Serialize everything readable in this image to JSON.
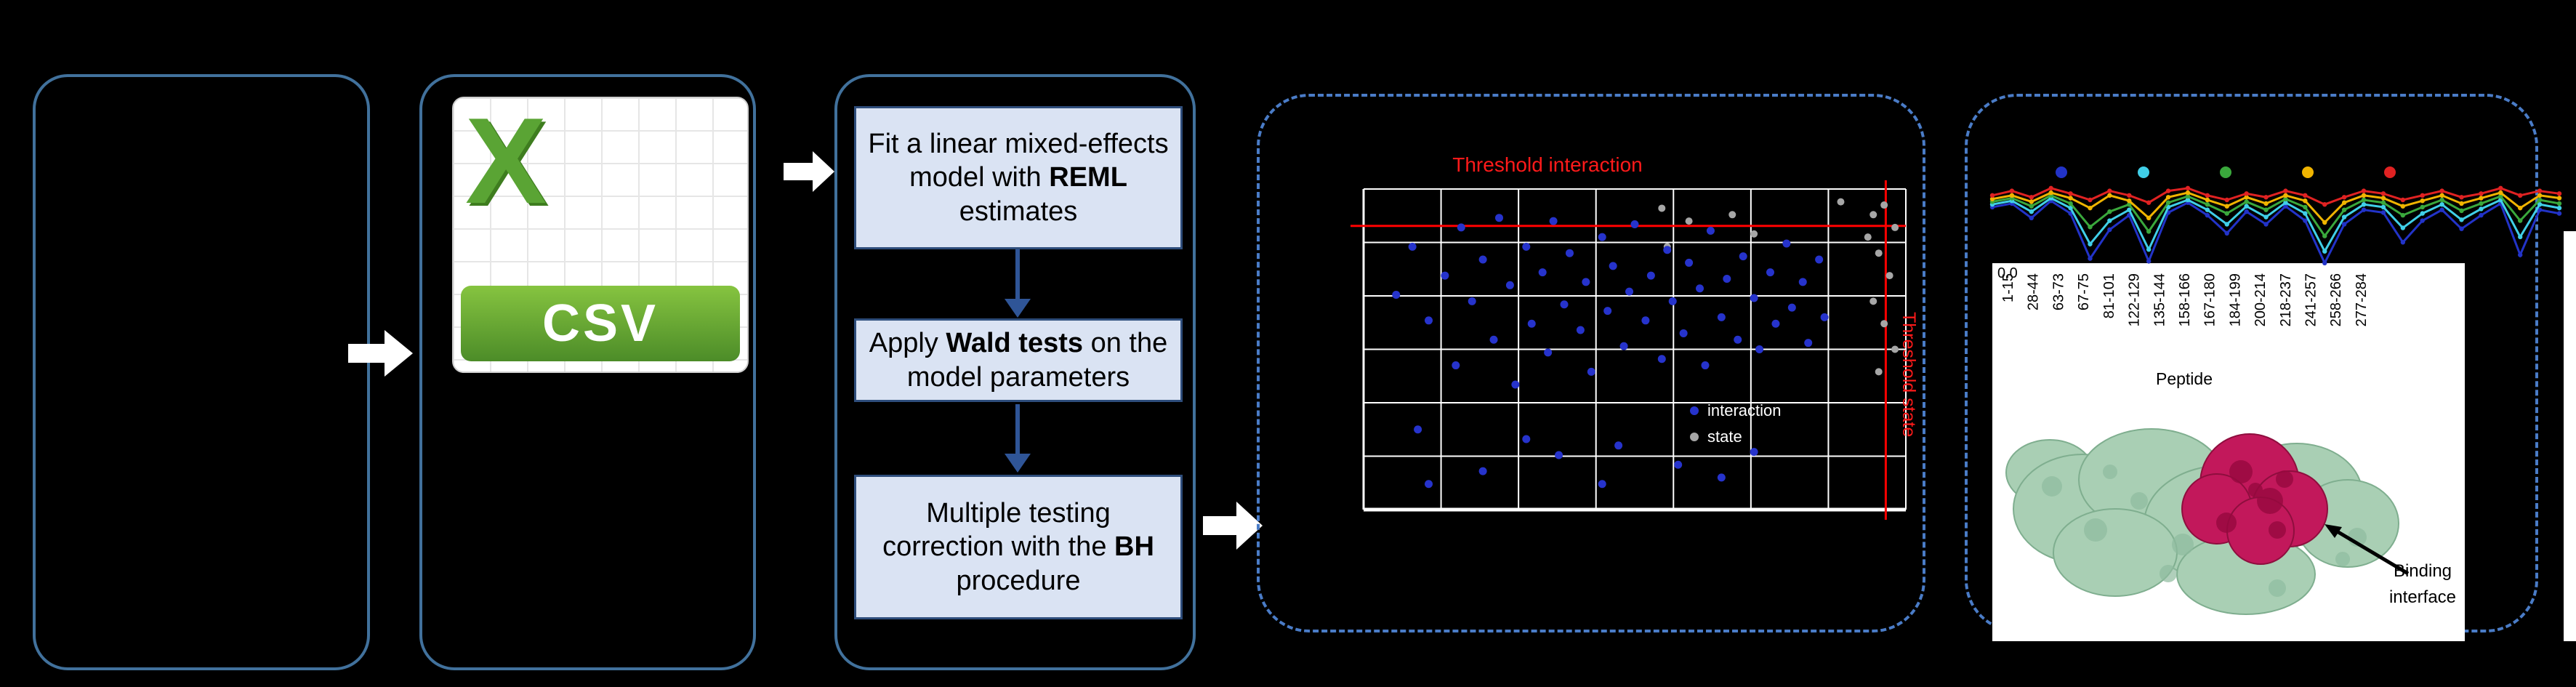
{
  "figure": {
    "background": "#000000",
    "panel_border_color": "#41719c",
    "dashed_border_color": "#4a7cc7"
  },
  "csv": {
    "logo_letter": "X",
    "label": "CSV",
    "green": "#5aa434"
  },
  "workflow_steps": [
    {
      "pre": "Fit a linear mixed-effects model with ",
      "bold": "REML",
      "post": " estimates"
    },
    {
      "pre": "Apply ",
      "bold": "Wald tests",
      "post": " on the model parameters"
    },
    {
      "pre": "Multiple testing correction with the ",
      "bold": "BH",
      "post": " procedure"
    }
  ],
  "structure": {
    "label_lines": [
      "Binding",
      "interface"
    ],
    "surface_color": "#a9cfb4",
    "interface_color": "#c2185b"
  },
  "chart_data": [
    {
      "type": "scatter",
      "hline_label": "Threshold interaction",
      "vline_label": "Threshold state",
      "threshold_color": "#ff0000",
      "hline_y": 0.115,
      "vline_x": 0.963,
      "legend": [
        {
          "label": "interaction",
          "color": "#2633cc"
        },
        {
          "label": "state",
          "color": "#a6a6a6"
        }
      ],
      "points_units": "fraction of plot area, x from left, y from top",
      "points": {
        "interaction": [
          [
            0.06,
            0.33
          ],
          [
            0.09,
            0.18
          ],
          [
            0.12,
            0.41
          ],
          [
            0.15,
            0.27
          ],
          [
            0.17,
            0.55
          ],
          [
            0.18,
            0.12
          ],
          [
            0.2,
            0.35
          ],
          [
            0.22,
            0.22
          ],
          [
            0.24,
            0.47
          ],
          [
            0.25,
            0.09
          ],
          [
            0.27,
            0.3
          ],
          [
            0.28,
            0.61
          ],
          [
            0.3,
            0.18
          ],
          [
            0.31,
            0.42
          ],
          [
            0.33,
            0.26
          ],
          [
            0.34,
            0.51
          ],
          [
            0.35,
            0.1
          ],
          [
            0.37,
            0.36
          ],
          [
            0.38,
            0.2
          ],
          [
            0.4,
            0.44
          ],
          [
            0.41,
            0.29
          ],
          [
            0.42,
            0.57
          ],
          [
            0.44,
            0.15
          ],
          [
            0.45,
            0.38
          ],
          [
            0.46,
            0.24
          ],
          [
            0.48,
            0.49
          ],
          [
            0.49,
            0.32
          ],
          [
            0.5,
            0.11
          ],
          [
            0.52,
            0.41
          ],
          [
            0.53,
            0.27
          ],
          [
            0.55,
            0.53
          ],
          [
            0.56,
            0.19
          ],
          [
            0.57,
            0.35
          ],
          [
            0.59,
            0.45
          ],
          [
            0.6,
            0.23
          ],
          [
            0.62,
            0.31
          ],
          [
            0.63,
            0.55
          ],
          [
            0.64,
            0.13
          ],
          [
            0.66,
            0.4
          ],
          [
            0.67,
            0.28
          ],
          [
            0.69,
            0.47
          ],
          [
            0.7,
            0.21
          ],
          [
            0.72,
            0.34
          ],
          [
            0.73,
            0.5
          ],
          [
            0.75,
            0.26
          ],
          [
            0.76,
            0.42
          ],
          [
            0.78,
            0.17
          ],
          [
            0.79,
            0.37
          ],
          [
            0.81,
            0.29
          ],
          [
            0.82,
            0.48
          ],
          [
            0.84,
            0.22
          ],
          [
            0.85,
            0.4
          ],
          [
            0.1,
            0.75
          ],
          [
            0.22,
            0.88
          ],
          [
            0.3,
            0.78
          ],
          [
            0.44,
            0.92
          ],
          [
            0.47,
            0.8
          ],
          [
            0.58,
            0.86
          ],
          [
            0.66,
            0.9
          ],
          [
            0.12,
            0.92
          ],
          [
            0.36,
            0.83
          ],
          [
            0.72,
            0.82
          ]
        ],
        "state": [
          [
            0.94,
            0.08
          ],
          [
            0.96,
            0.05
          ],
          [
            0.98,
            0.12
          ],
          [
            0.95,
            0.2
          ],
          [
            0.97,
            0.27
          ],
          [
            0.94,
            0.35
          ],
          [
            0.96,
            0.42
          ],
          [
            0.98,
            0.5
          ],
          [
            0.95,
            0.57
          ],
          [
            0.93,
            0.15
          ],
          [
            0.88,
            0.04
          ],
          [
            0.55,
            0.06
          ],
          [
            0.6,
            0.1
          ],
          [
            0.68,
            0.08
          ],
          [
            0.72,
            0.14
          ],
          [
            0.56,
            0.18
          ]
        ]
      }
    },
    {
      "type": "line",
      "xlabel": "Peptide",
      "y_tick_labels": [
        "0.0"
      ],
      "x_tick_labels": [
        "1-15",
        "28-44",
        "63-73",
        "67-75",
        "81-101",
        "122-129",
        "135-144",
        "158-166",
        "167-180",
        "184-199",
        "200-214",
        "218-237",
        "241-257",
        "258-266",
        "277-284"
      ],
      "values_units": "relative uptake as fraction of chart height above the 0.0 baseline",
      "legend_dots": [
        "#2233c8",
        "#40cfe8",
        "#3aa83c",
        "#f0b400",
        "#e02222"
      ],
      "series": [
        {
          "name": "series-blue",
          "color": "#2233c8",
          "values": [
            0.67,
            0.71,
            0.55,
            0.74,
            0.6,
            0.1,
            0.42,
            0.58,
            0.07,
            0.61,
            0.72,
            0.58,
            0.38,
            0.62,
            0.48,
            0.68,
            0.52,
            0.05,
            0.48,
            0.64,
            0.61,
            0.28,
            0.52,
            0.64,
            0.43,
            0.58,
            0.71,
            0.14,
            0.64,
            0.6
          ]
        },
        {
          "name": "series-cyan",
          "color": "#40cfe8",
          "values": [
            0.7,
            0.74,
            0.62,
            0.77,
            0.66,
            0.26,
            0.52,
            0.64,
            0.2,
            0.67,
            0.75,
            0.64,
            0.48,
            0.68,
            0.56,
            0.72,
            0.6,
            0.18,
            0.56,
            0.7,
            0.67,
            0.44,
            0.6,
            0.7,
            0.53,
            0.65,
            0.75,
            0.34,
            0.7,
            0.66
          ]
        },
        {
          "name": "series-green",
          "color": "#3aa83c",
          "values": [
            0.73,
            0.77,
            0.68,
            0.8,
            0.71,
            0.45,
            0.62,
            0.7,
            0.4,
            0.72,
            0.79,
            0.7,
            0.6,
            0.73,
            0.64,
            0.76,
            0.67,
            0.35,
            0.64,
            0.75,
            0.72,
            0.58,
            0.67,
            0.75,
            0.63,
            0.71,
            0.79,
            0.52,
            0.75,
            0.71
          ]
        },
        {
          "name": "series-orange",
          "color": "#f0b400",
          "values": [
            0.76,
            0.8,
            0.73,
            0.83,
            0.77,
            0.66,
            0.8,
            0.74,
            0.55,
            0.78,
            0.83,
            0.75,
            0.68,
            0.78,
            0.71,
            0.8,
            0.74,
            0.5,
            0.72,
            0.8,
            0.77,
            0.68,
            0.74,
            0.8,
            0.71,
            0.77,
            0.83,
            0.66,
            0.8,
            0.77
          ]
        },
        {
          "name": "series-red",
          "color": "#e02222",
          "values": [
            0.8,
            0.85,
            0.78,
            0.88,
            0.82,
            0.75,
            0.85,
            0.8,
            0.72,
            0.85,
            0.88,
            0.8,
            0.75,
            0.82,
            0.78,
            0.85,
            0.8,
            0.7,
            0.78,
            0.85,
            0.82,
            0.75,
            0.8,
            0.85,
            0.78,
            0.82,
            0.88,
            0.8,
            0.85,
            0.82
          ]
        }
      ]
    }
  ]
}
